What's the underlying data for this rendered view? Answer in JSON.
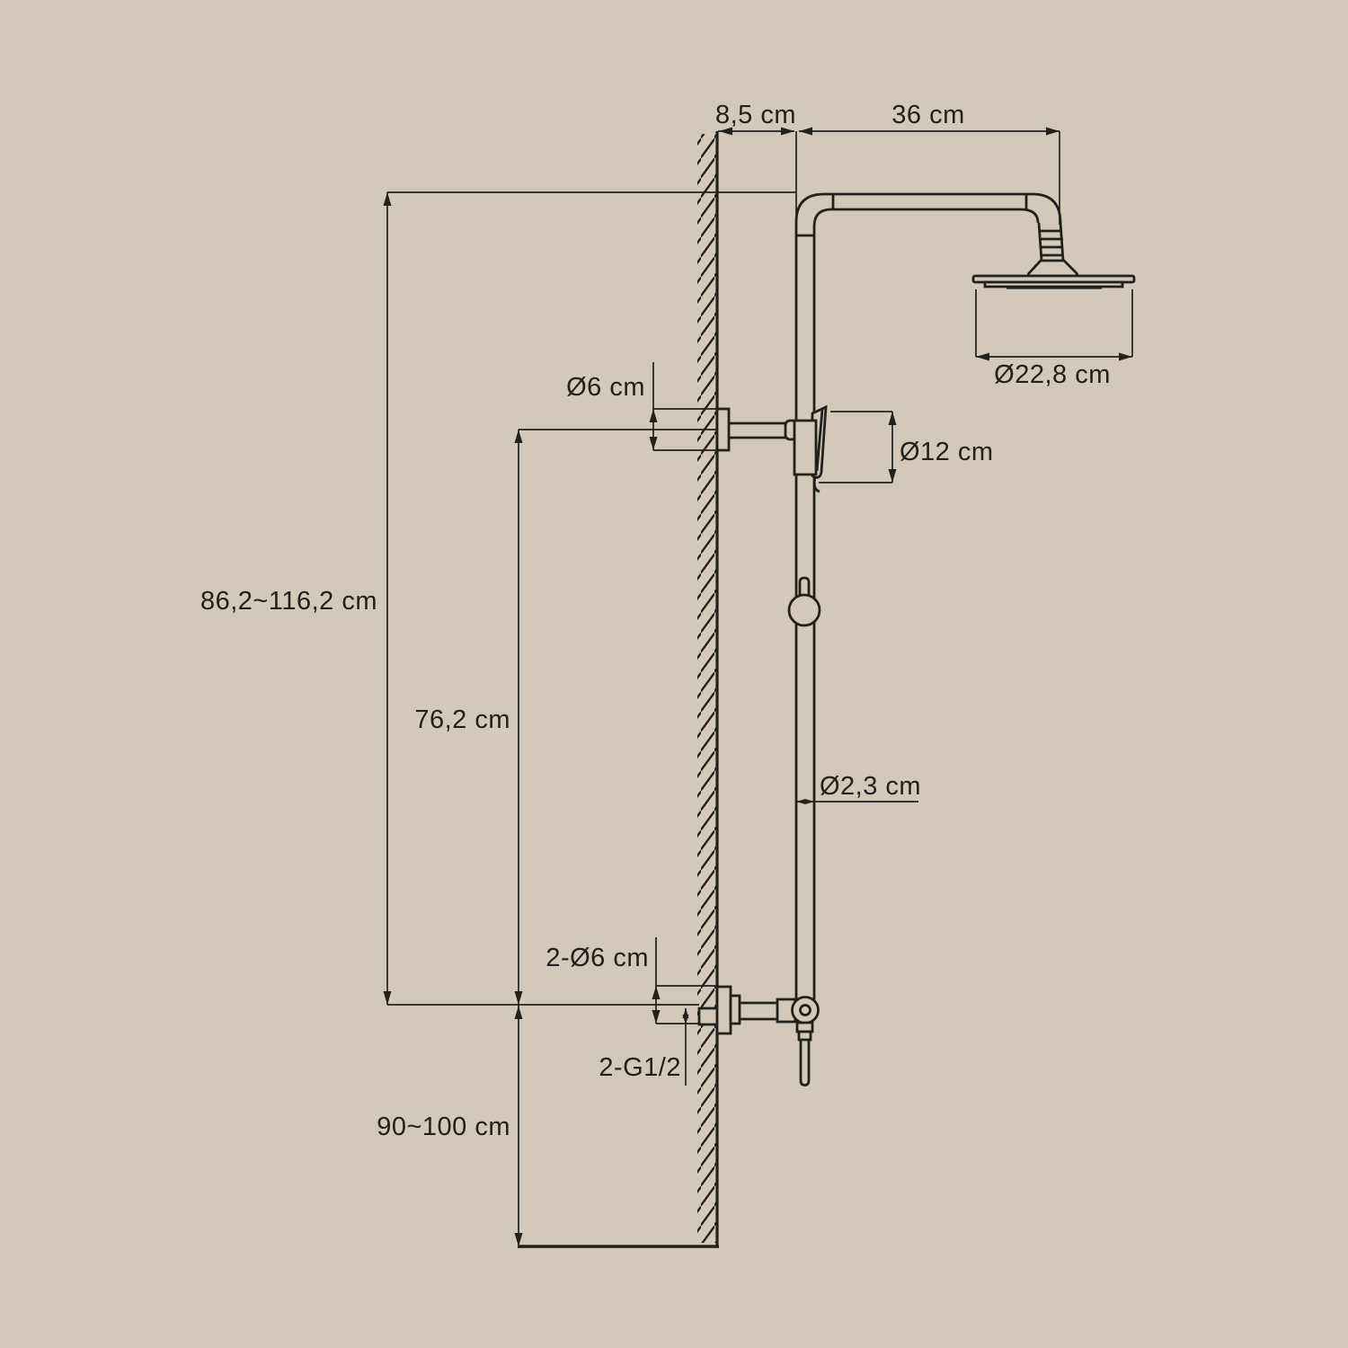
{
  "diagram": {
    "title": "shower-system-dimension-drawing",
    "colors": {
      "background": "#d2c9ba",
      "ink": "#23211c"
    },
    "labels": {
      "wall_offset": "8,5 cm",
      "arm_length": "36 cm",
      "head_diameter": "Ø22,8 cm",
      "bracket_diameter": "Ø6 cm",
      "holder_diameter": "Ø12 cm",
      "riser_adjustable_height": "86,2~116,2 cm",
      "riser_fixed_height": "76,2 cm",
      "pipe_diameter": "Ø2,3 cm",
      "inlet_diameter": "2-Ø6 cm",
      "thread_spec": "2-G1/2",
      "install_height": "90~100 cm"
    }
  }
}
